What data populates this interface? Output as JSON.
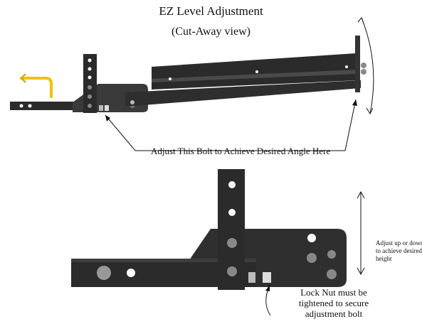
{
  "title": "EZ Level Adjustment",
  "subtitle": "(Cut-Away view)",
  "callout_top": "Adjust This Bolt to Achieve Desired Angle Here",
  "side_note": "Adjust up or down to achieve desired height",
  "lock_note": "Lock Nut must be tightened to secure adjustment bolt",
  "colors": {
    "metal": "#2b2b2b",
    "metal_light": "#4a4a4a",
    "metal_edge": "#666666",
    "hole": "#ffffff",
    "handle": "#f2c200",
    "line": "#111111"
  },
  "icons": [
    "handle-lever-icon",
    "double-arrow-curved-icon",
    "double-arrow-vertical-icon"
  ]
}
